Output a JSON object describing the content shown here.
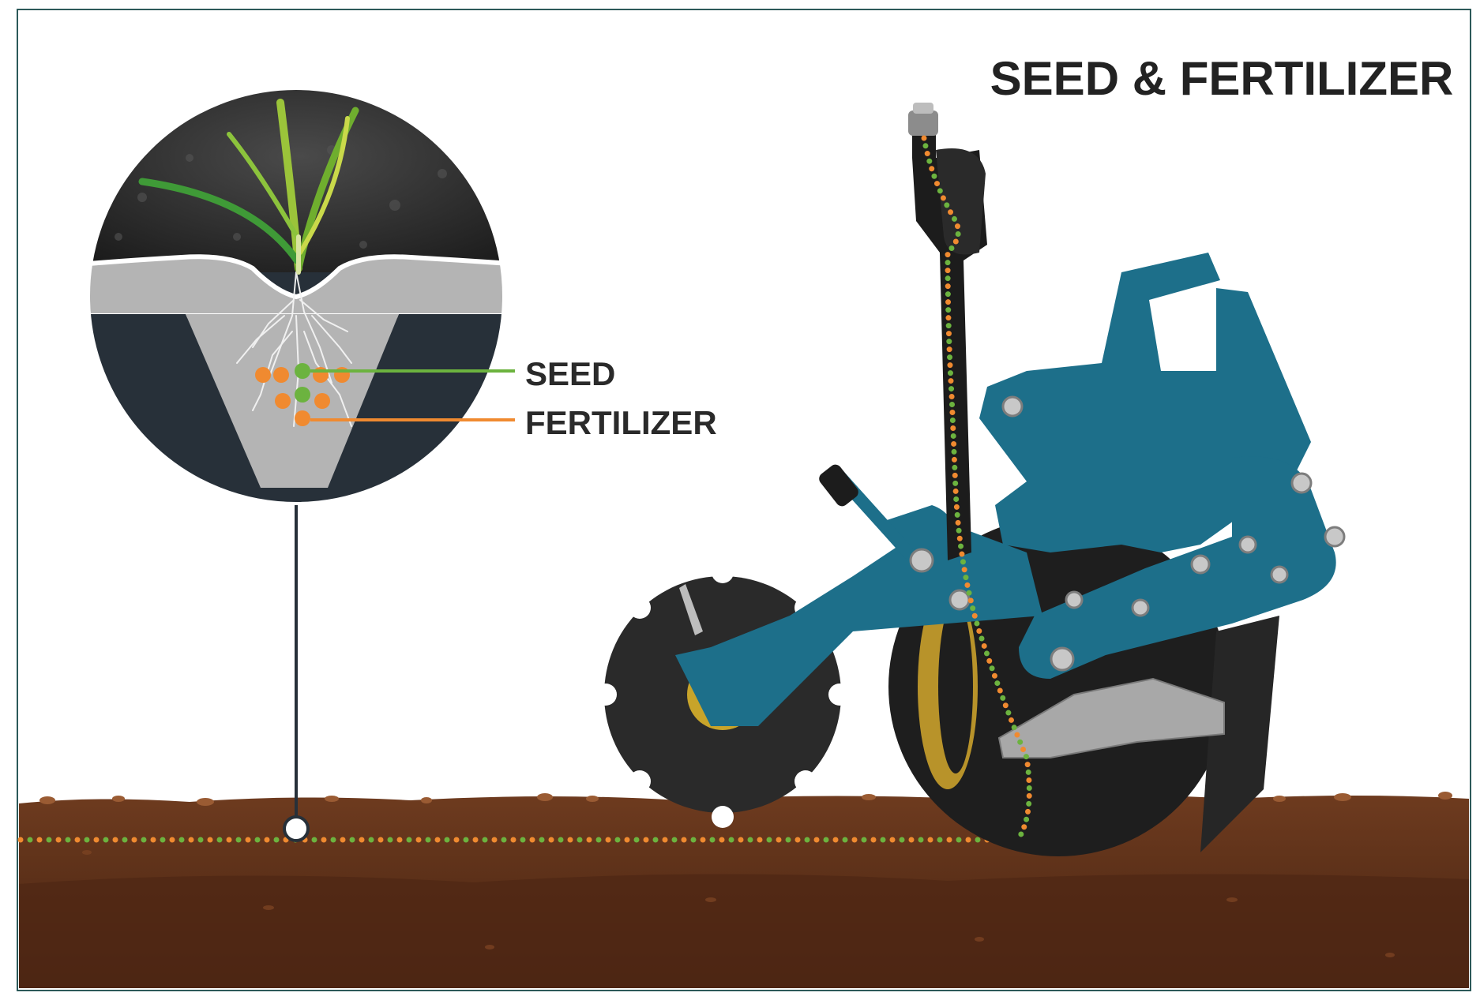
{
  "title": "SEED & FERTILIZER",
  "legend": {
    "seed_label": "SEED",
    "fertilizer_label": "FERTILIZER"
  },
  "colors": {
    "seed": "#6cb33f",
    "fertilizer": "#f08a30",
    "frame": "#1d6f8a",
    "soil_top": "#6b3a1f",
    "soil_bottom": "#4a2412",
    "trench_dark": "#2c3440",
    "trench_light": "#b4b4b4",
    "border": "#2c5a5a"
  },
  "icons": {
    "closeup": "soil-closeup-icon",
    "planter": "planter-row-unit-icon",
    "marker": "placement-marker-icon"
  }
}
